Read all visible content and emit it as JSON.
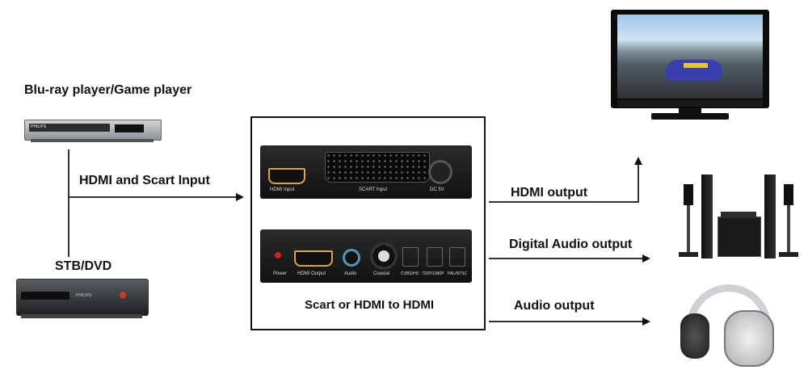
{
  "sources": {
    "bluray_label": "Blu-ray player/Game player",
    "stb_label": "STB/DVD",
    "bluray_brand": "PHILIPS",
    "stb_brand": "PHILIPS"
  },
  "input_label": "HDMI and Scart Input",
  "converter": {
    "title": "Scart or HDMI to HDMI",
    "top_panel": {
      "hdmi_input": "HDMI Input",
      "scart_input": "SCART Input",
      "dc": "DC 5V"
    },
    "bottom_panel": {
      "power": "Power",
      "hdmi_output": "HDMI Output",
      "audio": "Audio",
      "coaxial": "Coaxial",
      "cvbs": "CVBS/HD",
      "res": "720P/1080P",
      "pal": "PAL/NTSC"
    }
  },
  "outputs": {
    "hdmi": "HDMI output",
    "digital_audio": "Digital Audio output",
    "audio": "Audio output"
  }
}
